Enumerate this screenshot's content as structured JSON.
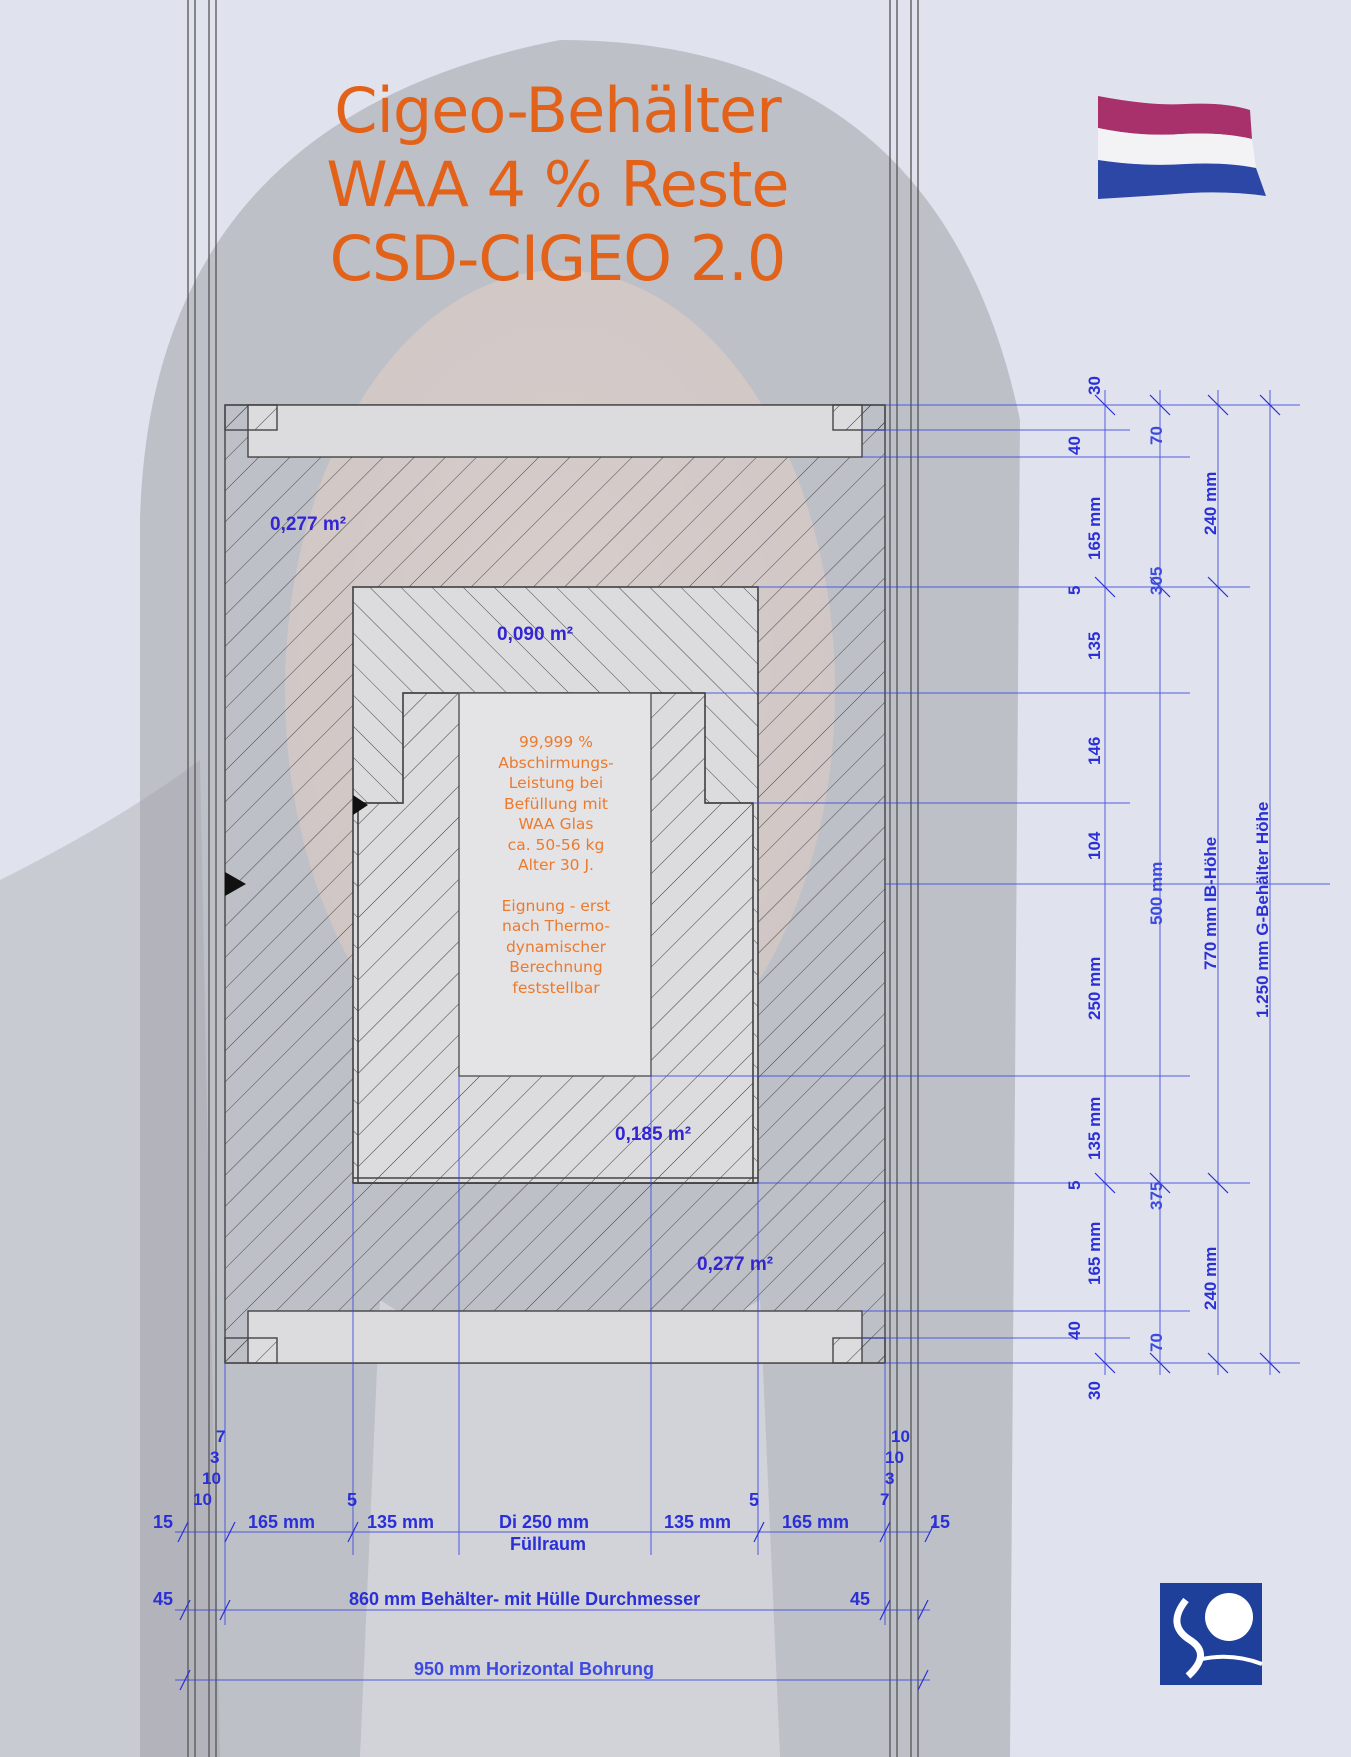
{
  "title": {
    "line1": "Cigeo-Behälter",
    "line2": "WAA 4 % Reste",
    "line3": "CSD-CIGEO 2.0"
  },
  "icons": {
    "flag": "netherlands-flag-icon",
    "logo": "company-logo-icon"
  },
  "colors": {
    "title": "#e2621a",
    "dimension": "#2b2fd6",
    "note": "#ec7a2e",
    "flag_red": "#ae1c28",
    "flag_blue": "#21468b",
    "logo_blue": "#1e3f9a"
  },
  "areas": {
    "lid_top": "0,277 m²",
    "inner_lid": "0,090 m²",
    "inner_body": "0,185 m²",
    "bottom": "0,277 m²"
  },
  "note": {
    "line1": "99,999 %",
    "line2": "Abschirmungs-",
    "line3": "Leistung bei",
    "line4": "Befüllung mit",
    "line5": "WAA Glas",
    "line6": "ca. 50-56 kg",
    "line7": "Alter 30 J.",
    "line8": "Eignung - erst",
    "line9": "nach Thermo-",
    "line10": "dynamischer",
    "line11": "Berechnung",
    "line12": "feststellbar"
  },
  "vertical_dims": {
    "col1": [
      "30",
      "40",
      "165 mm",
      "5",
      "135",
      "146",
      "104",
      "250 mm",
      "135 mm",
      "5",
      "165 mm",
      "40",
      "30"
    ],
    "col2": [
      "70",
      "305",
      "500 mm",
      "375",
      "70"
    ],
    "col3": [
      "240 mm",
      "770 mm IB-Höhe",
      "240 mm"
    ],
    "col4": [
      "1.250 mm G-Behälter Höhe"
    ]
  },
  "horizontal_dims": {
    "left_stack": [
      "7",
      "3",
      "10",
      "10"
    ],
    "right_stack": [
      "10",
      "10",
      "3",
      "7"
    ],
    "row1": [
      "15",
      "165 mm",
      "5",
      "135 mm",
      "Di 250 mm",
      "5",
      "135 mm",
      "165 mm",
      "15"
    ],
    "fill_label": "Füllraum",
    "row2": [
      "45",
      "860 mm Behälter- mit Hülle Durchmesser",
      "45"
    ],
    "row3": "950 mm Horizontal Bohrung"
  }
}
